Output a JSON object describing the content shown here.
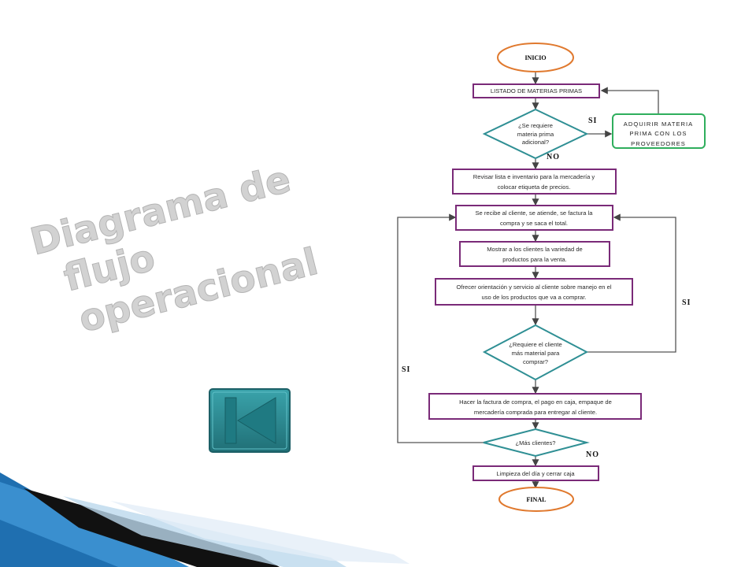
{
  "slide": {
    "title_lines": [
      "Diagrama de",
      "flujo",
      "operacional"
    ]
  },
  "flowchart": {
    "start": "INICIO",
    "list_raw_materials": "LISTADO DE MATERIAS PRIMAS",
    "decision_more_material": [
      "¿Se requiere",
      "materia prima",
      "adicional?"
    ],
    "acquire": [
      "ADQUIRIR MATERIA",
      "PRIMA CON LOS",
      "PROVEEDORES"
    ],
    "review_list": [
      "Revisar lista  e inventario para  la mercadería y",
      "colocar etiqueta de precios."
    ],
    "receive_client": [
      "Se recibe al cliente, se atiende, se factura la",
      "compra y se saca el total."
    ],
    "show_products": [
      "Mostrar a los clientes la variedad de",
      "productos para la venta."
    ],
    "offer_guidance": [
      "Ofrecer orientación y servicio al cliente sobre manejo en el",
      "uso de los productos que va a comprar."
    ],
    "decision_client_more": [
      "¿Requiere  el cliente",
      "más material para",
      "comprar?"
    ],
    "invoice": [
      "Hacer  la factura de compra, el pago en caja, empaque de",
      "mercadería comprada para entregar  al cliente."
    ],
    "decision_more_clients": "¿Más clientes?",
    "cleanup": "Limpieza del día y cerrar caja",
    "end": "FINAL",
    "labels": {
      "si_top": "SI",
      "no_top": "NO",
      "si_right": "SI",
      "si_left": "SI",
      "no_bottom": "NO"
    }
  },
  "colors": {
    "process_border": "#7a2a78",
    "decision_border": "#2f8f94",
    "terminal_border": "#e0792e",
    "acquire_border": "#2fae5d",
    "nav_button": "#2d8d95"
  },
  "nav": {
    "back_icon": "first-slide-icon"
  }
}
